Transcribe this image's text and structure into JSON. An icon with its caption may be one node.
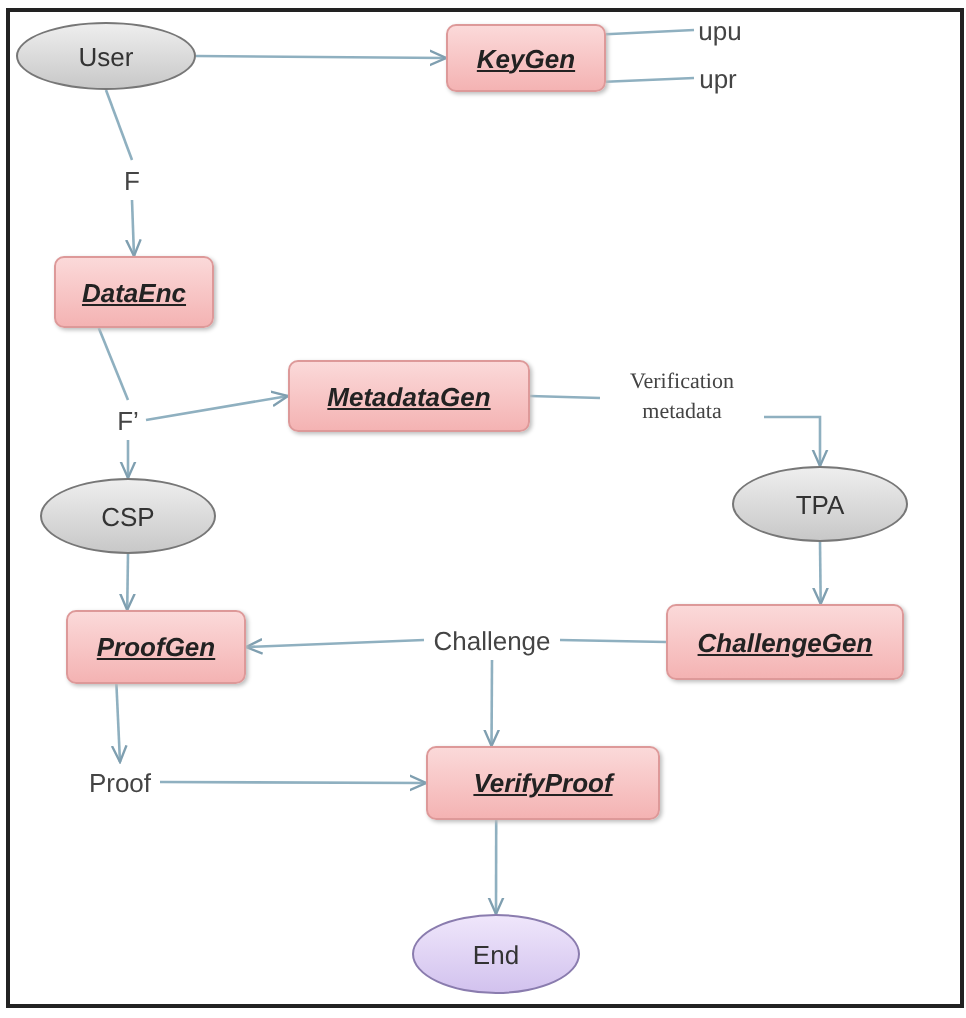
{
  "diagram": {
    "nodes": [
      {
        "text": [
          "User"
        ]
      },
      {
        "text": [
          "KeyGen"
        ]
      },
      {
        "text": [
          "upu"
        ]
      },
      {
        "text": [
          "upr"
        ]
      },
      {
        "text": [
          "F"
        ]
      },
      {
        "text": [
          "DataEnc"
        ]
      },
      {
        "text": [
          "F’"
        ]
      },
      {
        "text": [
          "MetadataGen"
        ]
      },
      {
        "text": [
          "Verification metadata"
        ]
      },
      {
        "text": [
          "TPA"
        ]
      },
      {
        "text": [
          "CSP"
        ]
      },
      {
        "text": [
          "ProofGen"
        ]
      },
      {
        "text": [
          "Challenge"
        ]
      },
      {
        "text": [
          "ChallengeGen"
        ]
      },
      {
        "text": [
          "Proof"
        ]
      },
      {
        "text": [
          "VerifyProof"
        ]
      },
      {
        "text": [
          "End"
        ]
      }
    ],
    "edges": [
      {
        "from": 0,
        "to": 1,
        "arrow": "to"
      },
      {
        "from": 1,
        "to": 2,
        "arrow": "none"
      },
      {
        "from": 1,
        "to": 3,
        "arrow": "none"
      },
      {
        "from": 0,
        "to": 4,
        "arrow": "none"
      },
      {
        "from": 4,
        "to": 5,
        "arrow": "to"
      },
      {
        "from": 5,
        "to": 6,
        "arrow": "none"
      },
      {
        "from": 6,
        "to": 7,
        "arrow": "to"
      },
      {
        "from": 6,
        "to": 10,
        "arrow": "to"
      },
      {
        "from": 7,
        "to": 8,
        "arrow": "none"
      },
      {
        "from": 8,
        "to": 9,
        "arrow": "to"
      },
      {
        "from": 9,
        "to": 13,
        "arrow": "to"
      },
      {
        "from": 10,
        "to": 11,
        "arrow": "to"
      },
      {
        "from": 13,
        "to": 12,
        "arrow": "none"
      },
      {
        "from": 12,
        "to": 11,
        "arrow": "to"
      },
      {
        "from": 12,
        "to": 15,
        "arrow": "to"
      },
      {
        "from": 11,
        "to": 14,
        "arrow": "to"
      },
      {
        "from": 14,
        "to": 15,
        "arrow": "to"
      },
      {
        "from": 15,
        "to": 16,
        "arrow": "to"
      }
    ]
  }
}
